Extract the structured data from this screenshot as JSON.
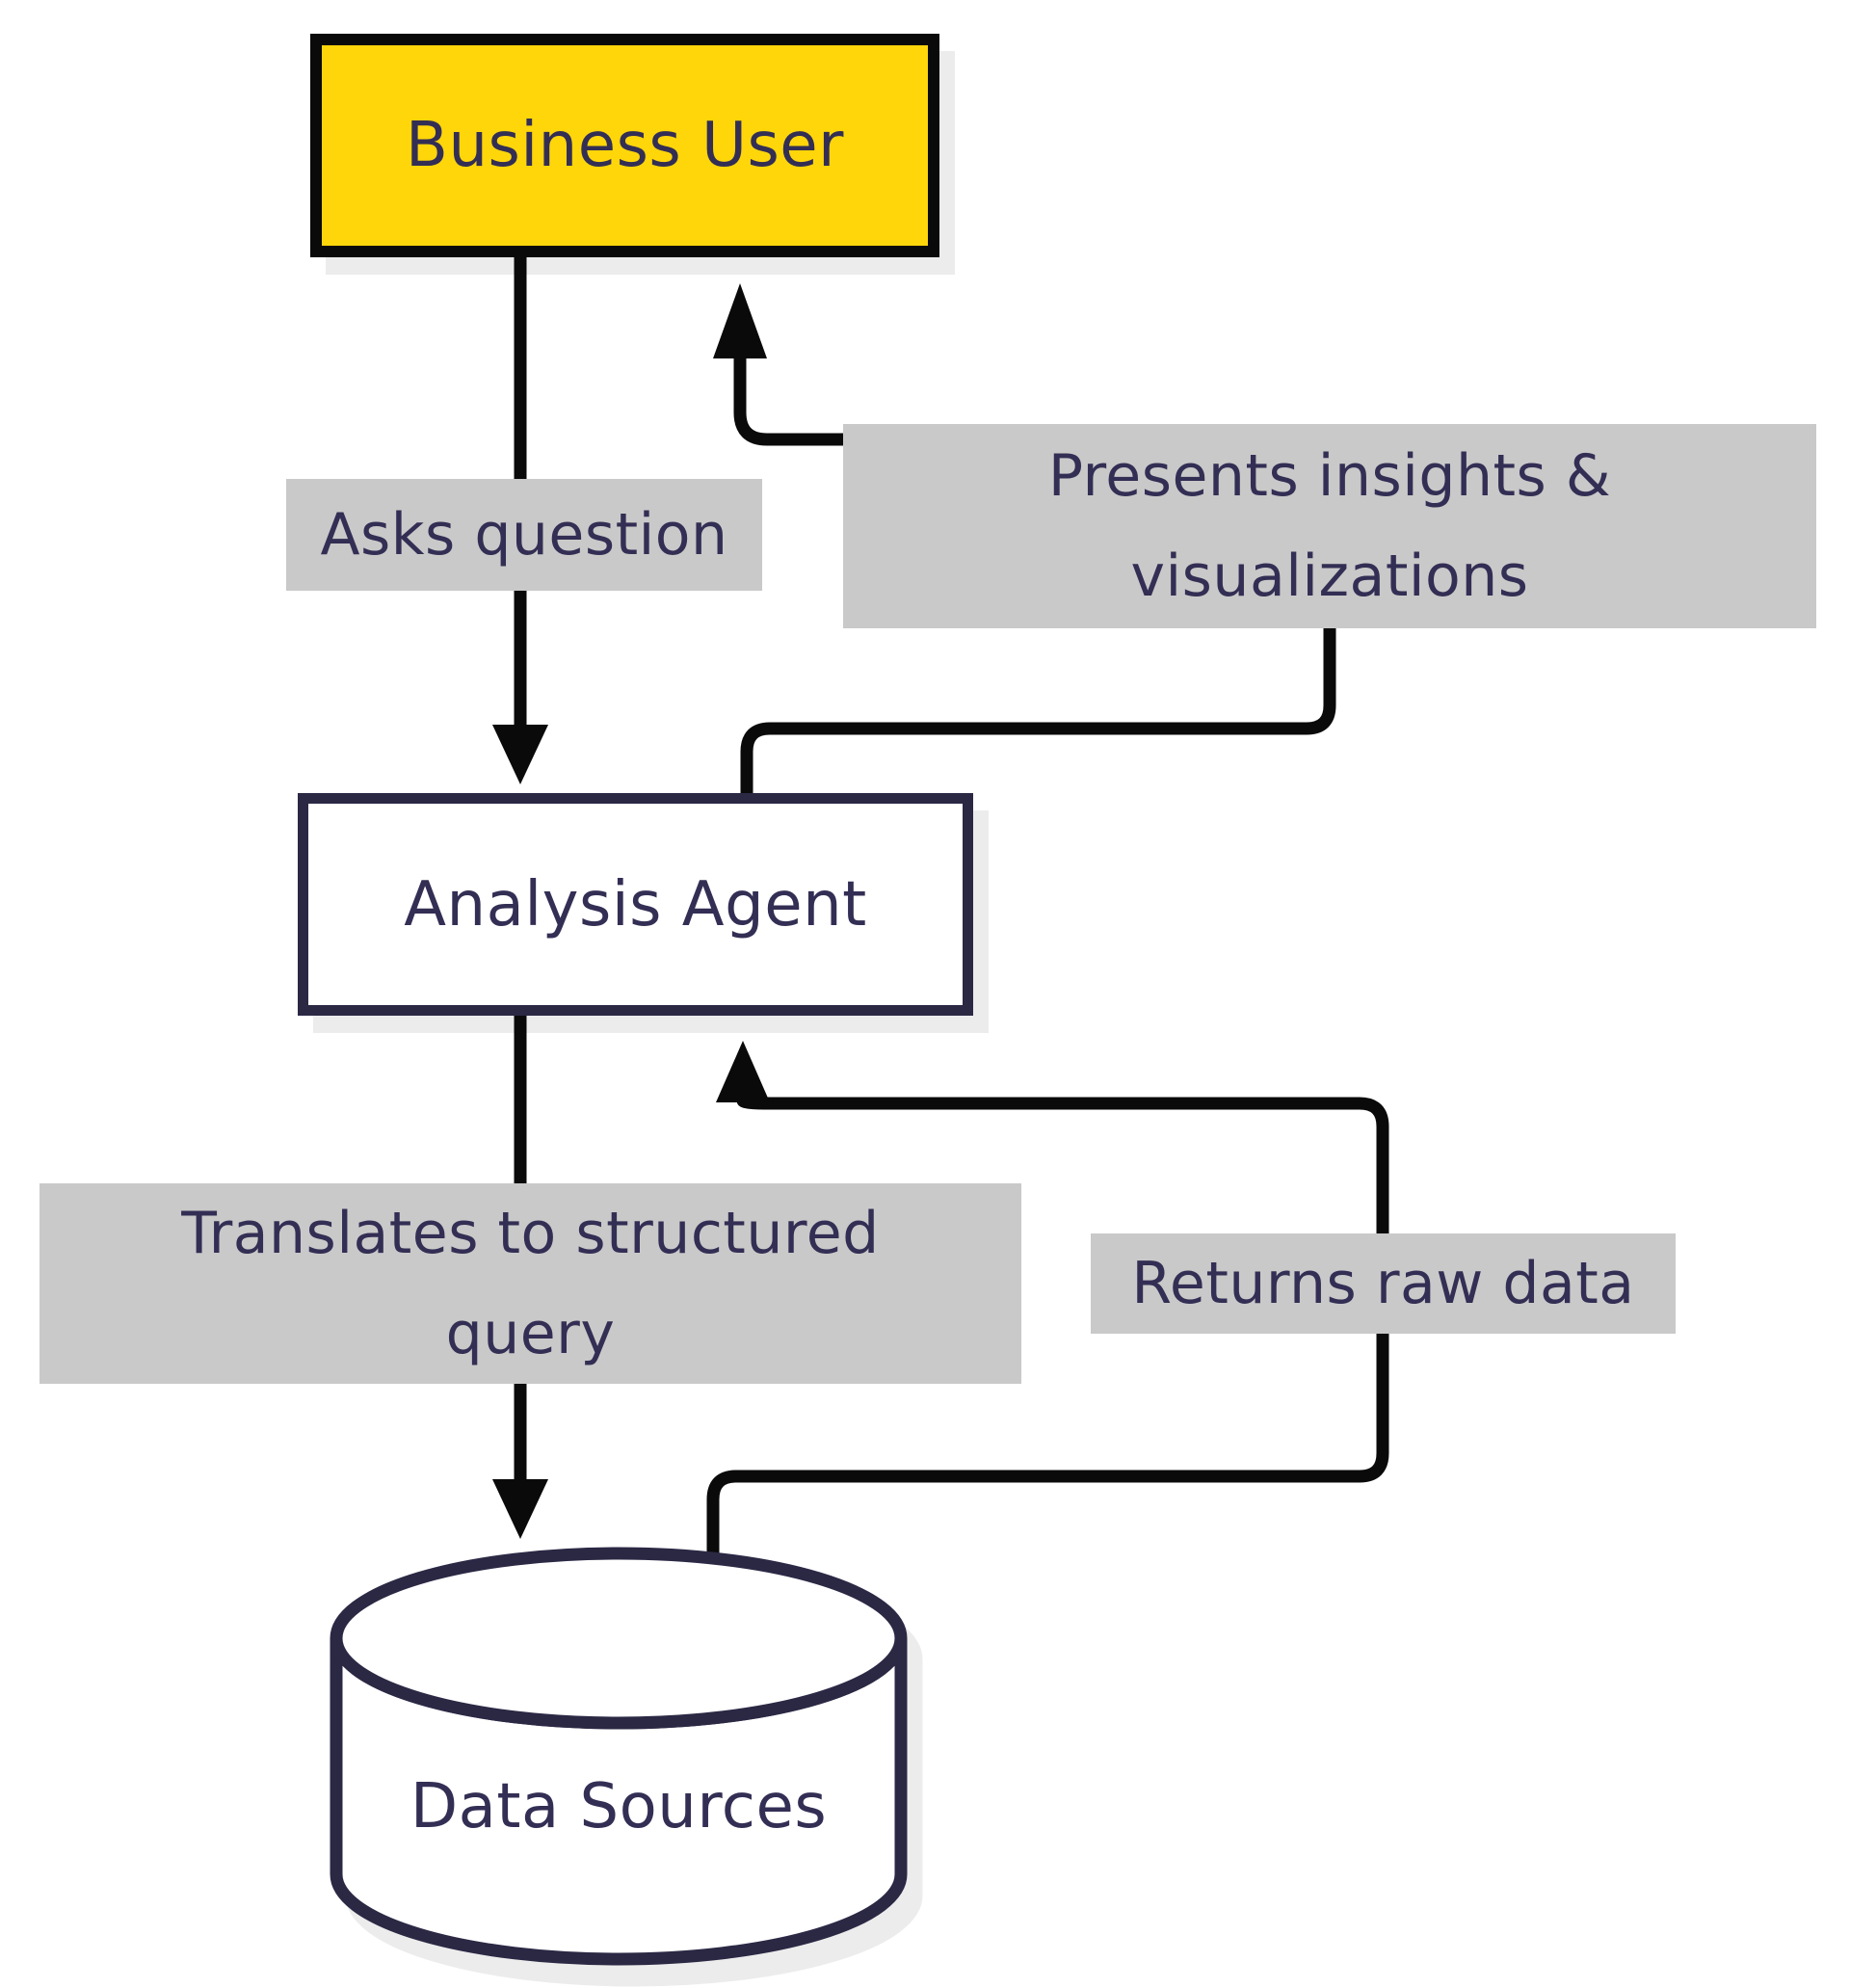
{
  "diagram": {
    "type": "flowchart",
    "nodes": {
      "business_user": {
        "label": "Business User",
        "shape": "rectangle",
        "fill": "#FFD60A"
      },
      "analysis_agent": {
        "label": "Analysis Agent",
        "shape": "rectangle",
        "fill": "#FFFFFF"
      },
      "data_sources": {
        "label": "Data Sources",
        "shape": "cylinder",
        "fill": "#FFFFFF"
      }
    },
    "edges": {
      "asks_question": {
        "from": "business_user",
        "to": "analysis_agent",
        "label": "Asks question"
      },
      "presents_insights": {
        "from": "analysis_agent",
        "to": "business_user",
        "line1": "Presents insights &",
        "line2": "visualizations"
      },
      "translates_query": {
        "from": "analysis_agent",
        "to": "data_sources",
        "line1": "Translates to structured",
        "line2": "query"
      },
      "returns_raw_data": {
        "from": "data_sources",
        "to": "analysis_agent",
        "label": "Returns raw data"
      }
    },
    "colors": {
      "accent_yellow": "#FFD60A",
      "outline_navy": "#2B2844",
      "connector_black": "#0A0A0A",
      "label_background": "#C9C9C9",
      "text": "#332E54",
      "shadow": "#ECECEC",
      "background": "#FFFFFF"
    }
  }
}
